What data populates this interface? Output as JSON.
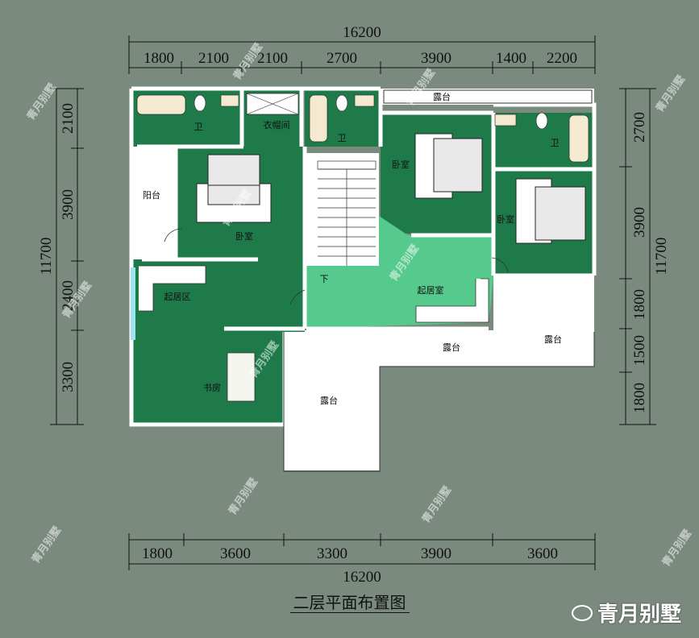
{
  "title": "二层平面布置图",
  "brand": "青月别墅",
  "watermark": "青月别墅",
  "top": {
    "total": "16200",
    "segments": [
      "1800",
      "2100",
      "2100",
      "2700",
      "3900",
      "1400",
      "2200"
    ]
  },
  "bottom": {
    "total": "16200",
    "segments": [
      "1800",
      "3600",
      "3300",
      "3900",
      "3600"
    ]
  },
  "left": {
    "total": "11700",
    "segments": [
      "2100",
      "3900",
      "2400",
      "3300"
    ]
  },
  "right": {
    "total": "11700",
    "segments": [
      "2700",
      "3900",
      "1800",
      "1500",
      "1800"
    ]
  },
  "rooms": {
    "wei1": "卫",
    "yimaojian": "衣帽间",
    "wei2": "卫",
    "lutai_top": "露台",
    "wei3": "卫",
    "yangtai": "阳台",
    "woshi1": "卧室",
    "woshi2": "卧室",
    "woshi3": "卧室",
    "xia": "下",
    "qijuqu": "起居区",
    "qijushi": "起居室",
    "lutai_mid": "露台",
    "lutai_right": "露台",
    "shufang": "书房",
    "lutai_bottom": "露台"
  },
  "colors": {
    "background": "#7a8a7e",
    "room_dark": "#1f7a4a",
    "room_light": "#56c98d",
    "wall": "#ffffff"
  }
}
